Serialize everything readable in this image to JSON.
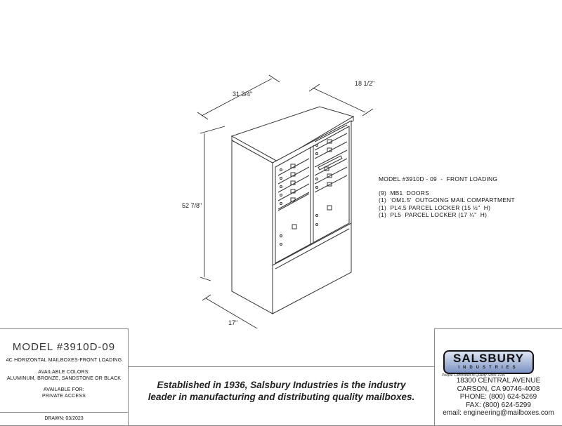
{
  "dimensions": {
    "width": "31 3/4\"",
    "depth": "18 1/2\"",
    "height": "52 7/8\"",
    "base_depth": "17\""
  },
  "spec": {
    "title": "MODEL #3910D - 09  -  FRONT LOADING",
    "items": [
      "(9)  MB1  DOORS",
      "(1)  'OM1.5'  OUTGOING MAIL COMPARTMENT",
      "(1)  PL4.5 PARCEL LOCKER (15 ½\"  H)",
      "(1)  PL5  PARCEL LOCKER (17 ¼\"  H)"
    ]
  },
  "title_block": {
    "model": "MODEL #3910D-09",
    "subtitle": "4C HORIZONTAL MAILBOXES-FRONT LOADING",
    "colors_label": "AVAILABLE COLORS:",
    "colors": "ALUMINUM, BRONZE, SANDSTONE OR BLACK",
    "access_label": "AVAILABLE FOR:",
    "access": "PRIVATE ACCESS",
    "drawn": "DRAWN: 03/2023"
  },
  "tagline": [
    "Established in 1936, Salsbury Industries is the industry",
    "leader in manufacturing and distributing quality mailboxes."
  ],
  "company": {
    "logo_name": "SALSBURY",
    "logo_sub": "INDUSTRIES",
    "slogan": "People Committed to Quality Since 1936",
    "address1": "18300 CENTRAL AVENUE",
    "address2": "CARSON, CA 90746-4008",
    "phone": "PHONE:  (800) 624-5269",
    "fax": "FAX:  (800) 624-5299",
    "email": "email:  engineering@mailboxes.com",
    "logo_color": "#7c93c4"
  }
}
